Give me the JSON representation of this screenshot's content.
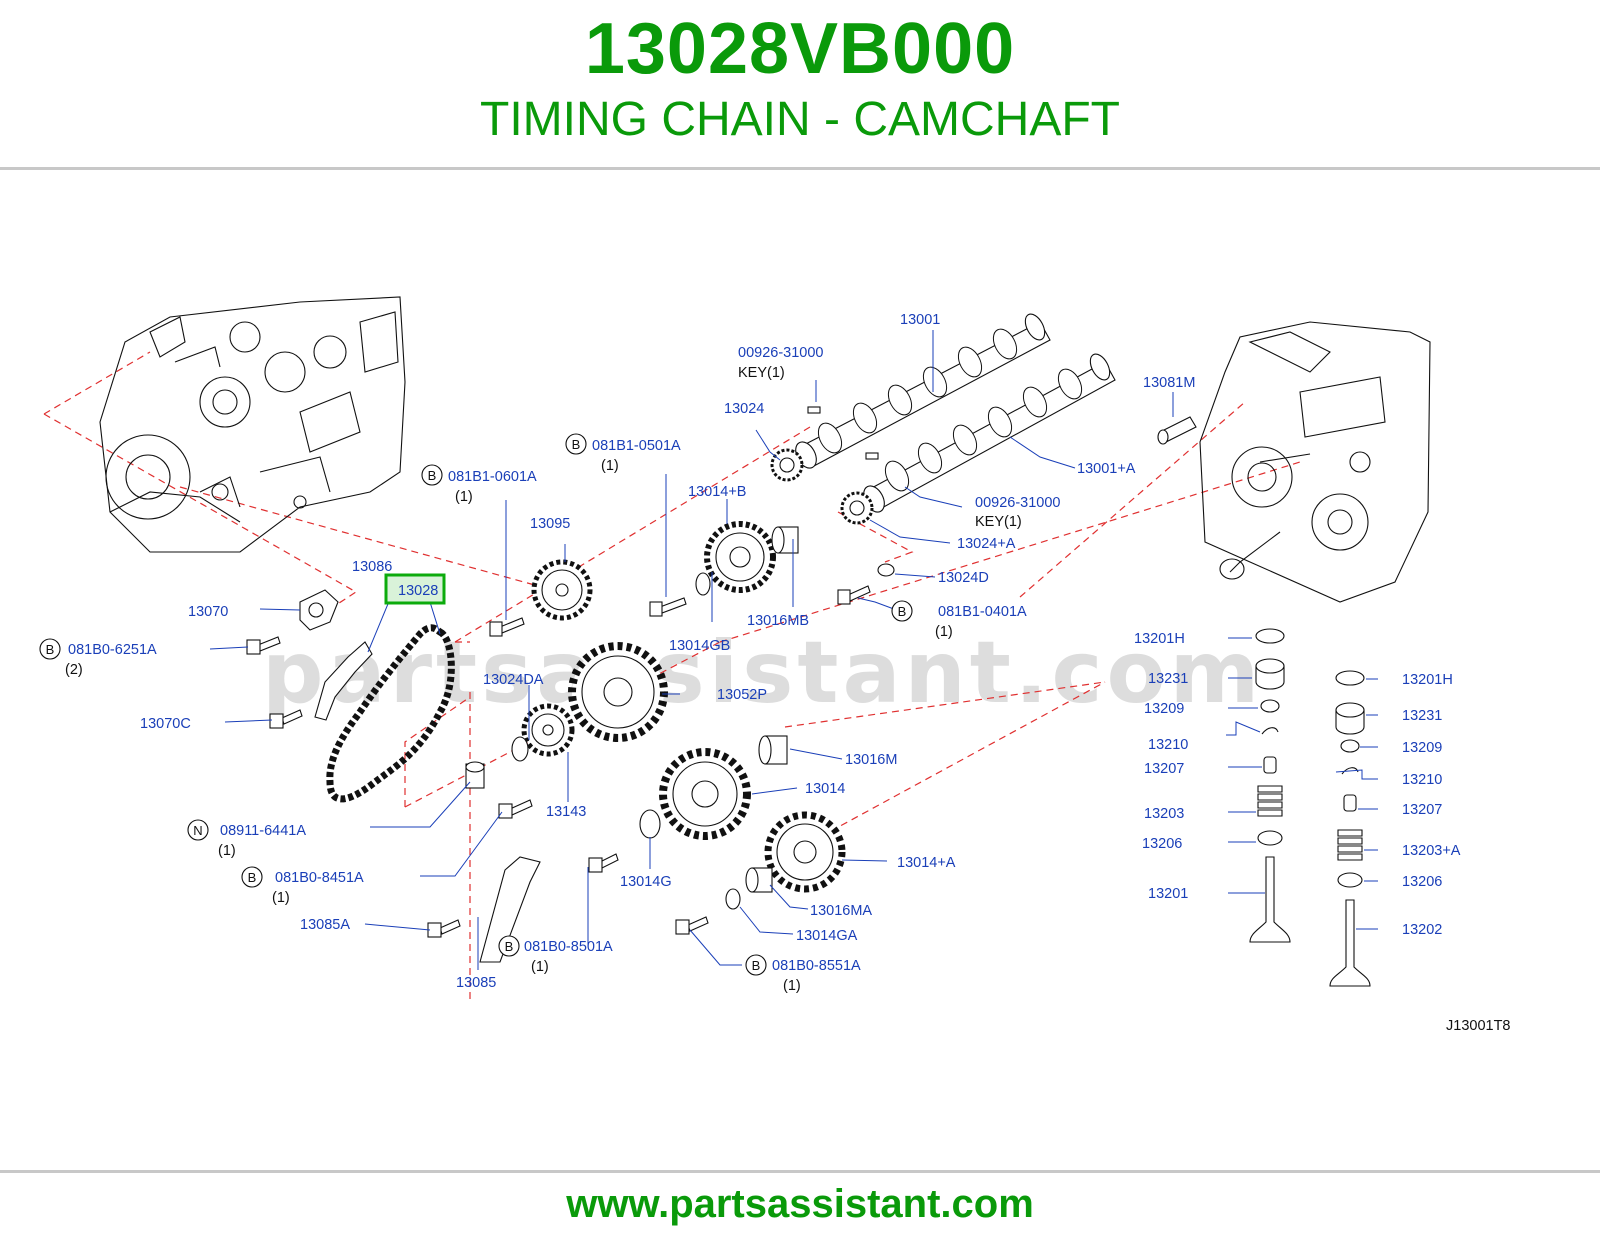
{
  "header": {
    "part_number": "13028VB000",
    "title": "TIMING CHAIN - CAMCHAFT"
  },
  "watermark": "partsassistant.com",
  "diagram_code": "J13001T8",
  "footer": {
    "url": "www.partsassistant.com"
  },
  "highlight_color": "#0cab0c",
  "brand_color": "#0a9a0a",
  "callouts": {
    "c13001": "13001",
    "c00926a": "00926-31000",
    "key_a": "KEY(1)",
    "c13024": "13024",
    "c081B1_0501A": "081B1-0501A",
    "q1_0501A": "(1)",
    "c081B1_0601A": "081B1-0601A",
    "q1_0601A": "(1)",
    "c13014B": "13014+B",
    "c13095": "13095",
    "c13081M": "13081M",
    "c13001A": "13001+A",
    "c00926b": "00926-31000",
    "key_b": "KEY(1)",
    "c13024A": "13024+A",
    "c13024D": "13024D",
    "c081B1_0401A": "081B1-0401A",
    "q1_0401A": "(1)",
    "c13086": "13086",
    "c13028": "13028",
    "c13070": "13070",
    "c081B0_6251A": "081B0-6251A",
    "q2_6251A": "(2)",
    "c13070C": "13070C",
    "c13016MB": "13016MB",
    "c13014GB": "13014GB",
    "c13024DA": "13024DA",
    "c13052P": "13052P",
    "c13016M": "13016M",
    "c13014": "13014",
    "c13143": "13143",
    "c08911": "08911-6441A",
    "q1_08911": "(1)",
    "c081B0_8451A": "081B0-8451A",
    "q1_8451A": "(1)",
    "c13014G": "13014G",
    "c13014A": "13014+A",
    "c13016MA": "13016MA",
    "c13085A": "13085A",
    "c13014GA": "13014GA",
    "c081B0_8501A": "081B0-8501A",
    "q1_8501A": "(1)",
    "c081B0_8551A": "081B0-8551A",
    "q1_8551A": "(1)",
    "c13085": "13085",
    "l13201H": "13201H",
    "l13231": "13231",
    "l13209": "13209",
    "l13210": "13210",
    "l13207": "13207",
    "l13203": "13203",
    "l13206": "13206",
    "l13201": "13201",
    "r13201H": "13201H",
    "r13231": "13231",
    "r13209": "13209",
    "r13210": "13210",
    "r13207": "13207",
    "r13203A": "13203+A",
    "r13206": "13206",
    "r13202": "13202"
  },
  "markers": {
    "bolt": "B",
    "nut": "N"
  }
}
